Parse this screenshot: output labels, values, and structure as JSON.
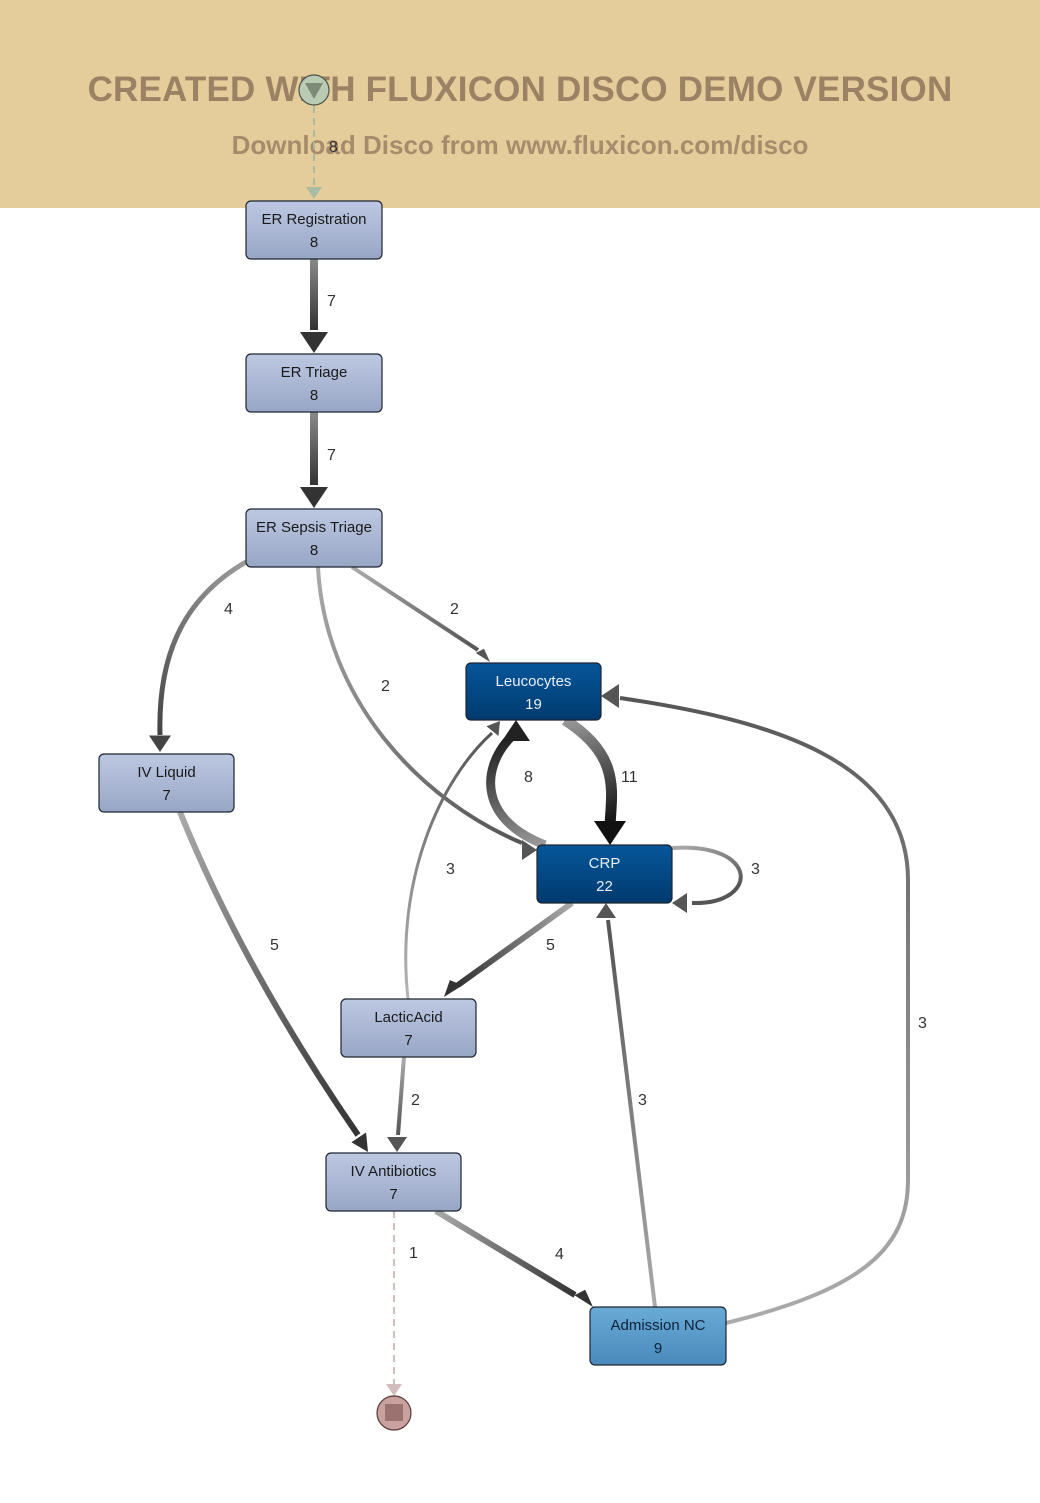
{
  "watermark": {
    "title": "CREATED WITH FLUXICON DISCO DEMO VERSION",
    "subtitle": "Download Disco from www.fluxicon.com/disco"
  },
  "colors": {
    "banner": "#e5cd9b",
    "node_light": "#b0bcd8",
    "node_dark": "#024a86",
    "node_mid": "#5b9bc8",
    "start_node": "#b8c9b0",
    "end_node": "#c99a98"
  },
  "process_map": {
    "start": {
      "name": "start",
      "icon": "triangle-down-icon"
    },
    "end": {
      "name": "end",
      "icon": "square-stop-icon"
    },
    "nodes": [
      {
        "id": "er_registration",
        "label": "ER Registration",
        "count": "8",
        "shade": "light"
      },
      {
        "id": "er_triage",
        "label": "ER Triage",
        "count": "8",
        "shade": "light"
      },
      {
        "id": "er_sepsis_triage",
        "label": "ER Sepsis Triage",
        "count": "8",
        "shade": "light"
      },
      {
        "id": "leucocytes",
        "label": "Leucocytes",
        "count": "19",
        "shade": "dark"
      },
      {
        "id": "iv_liquid",
        "label": "IV Liquid",
        "count": "7",
        "shade": "light"
      },
      {
        "id": "crp",
        "label": "CRP",
        "count": "22",
        "shade": "dark"
      },
      {
        "id": "lacticacid",
        "label": "LacticAcid",
        "count": "7",
        "shade": "light"
      },
      {
        "id": "iv_antibiotics",
        "label": "IV Antibiotics",
        "count": "7",
        "shade": "light"
      },
      {
        "id": "admission_nc",
        "label": "Admission NC",
        "count": "9",
        "shade": "mid"
      }
    ],
    "edges": [
      {
        "from": "start",
        "to": "er_registration",
        "label": "8",
        "dashed": true
      },
      {
        "from": "er_registration",
        "to": "er_triage",
        "label": "7"
      },
      {
        "from": "er_triage",
        "to": "er_sepsis_triage",
        "label": "7"
      },
      {
        "from": "er_sepsis_triage",
        "to": "iv_liquid",
        "label": "4"
      },
      {
        "from": "er_sepsis_triage",
        "to": "leucocytes",
        "label": "2"
      },
      {
        "from": "er_sepsis_triage",
        "to": "crp",
        "label": "2"
      },
      {
        "from": "crp",
        "to": "leucocytes",
        "label": "8"
      },
      {
        "from": "leucocytes",
        "to": "crp",
        "label": "11"
      },
      {
        "from": "crp",
        "to": "crp",
        "label": "3"
      },
      {
        "from": "lacticacid",
        "to": "leucocytes",
        "label": "3"
      },
      {
        "from": "crp",
        "to": "lacticacid",
        "label": "5"
      },
      {
        "from": "iv_liquid",
        "to": "iv_antibiotics",
        "label": "5"
      },
      {
        "from": "lacticacid",
        "to": "iv_antibiotics",
        "label": "2"
      },
      {
        "from": "admission_nc",
        "to": "crp",
        "label": "3"
      },
      {
        "from": "admission_nc",
        "to": "leucocytes",
        "label": "3"
      },
      {
        "from": "iv_antibiotics",
        "to": "admission_nc",
        "label": "4"
      },
      {
        "from": "iv_antibiotics",
        "to": "end",
        "label": "1",
        "dashed": true
      }
    ]
  }
}
